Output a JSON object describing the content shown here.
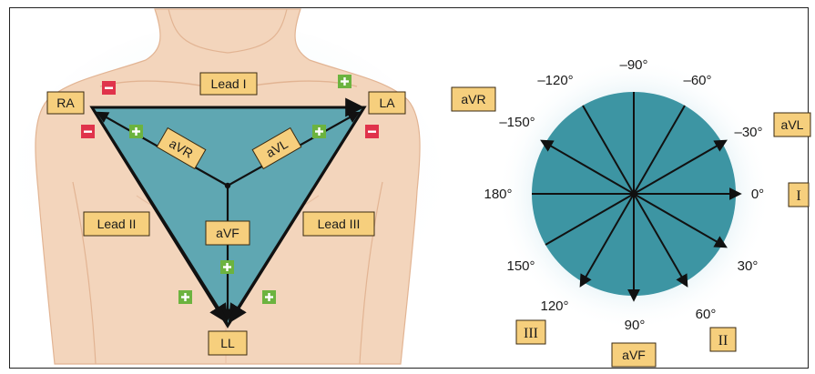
{
  "triangle": {
    "limb_labels": {
      "ra": "RA",
      "la": "LA",
      "ll": "LL"
    },
    "lead_labels": {
      "lead1": "Lead I",
      "lead2": "Lead II",
      "lead3": "Lead III"
    },
    "aug_labels": {
      "avr": "aVR",
      "avl": "aVL",
      "avf": "aVF"
    },
    "signs": {
      "plus": "+",
      "minus": "−"
    }
  },
  "hexaxial": {
    "degrees": [
      {
        "key": "m90",
        "text": "–90°"
      },
      {
        "key": "m120",
        "text": "–120°"
      },
      {
        "key": "m60",
        "text": "–60°"
      },
      {
        "key": "m150",
        "text": "–150°"
      },
      {
        "key": "m30",
        "text": "–30°"
      },
      {
        "key": "d180",
        "text": "180°"
      },
      {
        "key": "d0",
        "text": "0°"
      },
      {
        "key": "d150",
        "text": "150°"
      },
      {
        "key": "d30",
        "text": "30°"
      },
      {
        "key": "d120",
        "text": "120°"
      },
      {
        "key": "d60",
        "text": "60°"
      },
      {
        "key": "d90",
        "text": "90°"
      }
    ],
    "lead_boxes": {
      "avr": "aVR",
      "avl": "aVL",
      "i": "I",
      "iii": "III",
      "avf": "aVF",
      "ii": "II"
    }
  },
  "colors": {
    "skin": "#f3d5bc",
    "skin_shadow": "#e6b99a",
    "triangle_fill": "#5fa7b2",
    "circle_fill": "#3d95a3",
    "label_box": "#f6cf7d",
    "plus_green": "#6cb33f",
    "minus_red": "#e0334b",
    "glow": "#cfe6ee"
  }
}
